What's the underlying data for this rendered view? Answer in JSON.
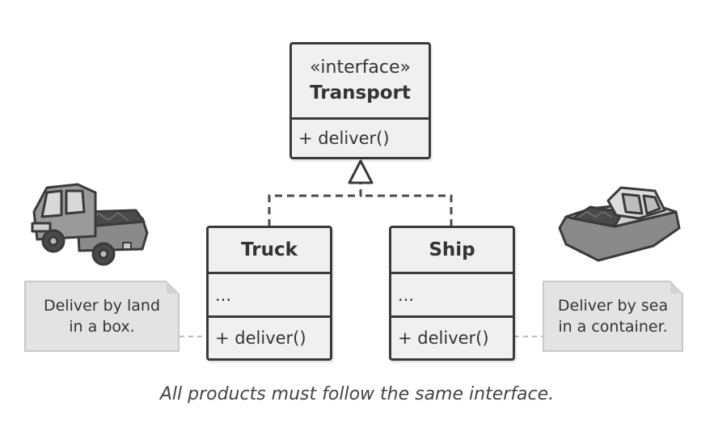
{
  "interface_box": {
    "stereotype": "«interface»",
    "name": "Transport",
    "method": "+ deliver()"
  },
  "truck_box": {
    "name": "Truck",
    "fields": "...",
    "method": "+ deliver()"
  },
  "ship_box": {
    "name": "Ship",
    "fields": "...",
    "method": "+ deliver()"
  },
  "notes": {
    "truck": [
      "Deliver by land",
      "in a box."
    ],
    "ship": [
      "Deliver by sea",
      "in a container."
    ]
  },
  "caption": "All products must follow the same interface.",
  "icons": [
    "truck-icon",
    "boat-icon"
  ]
}
